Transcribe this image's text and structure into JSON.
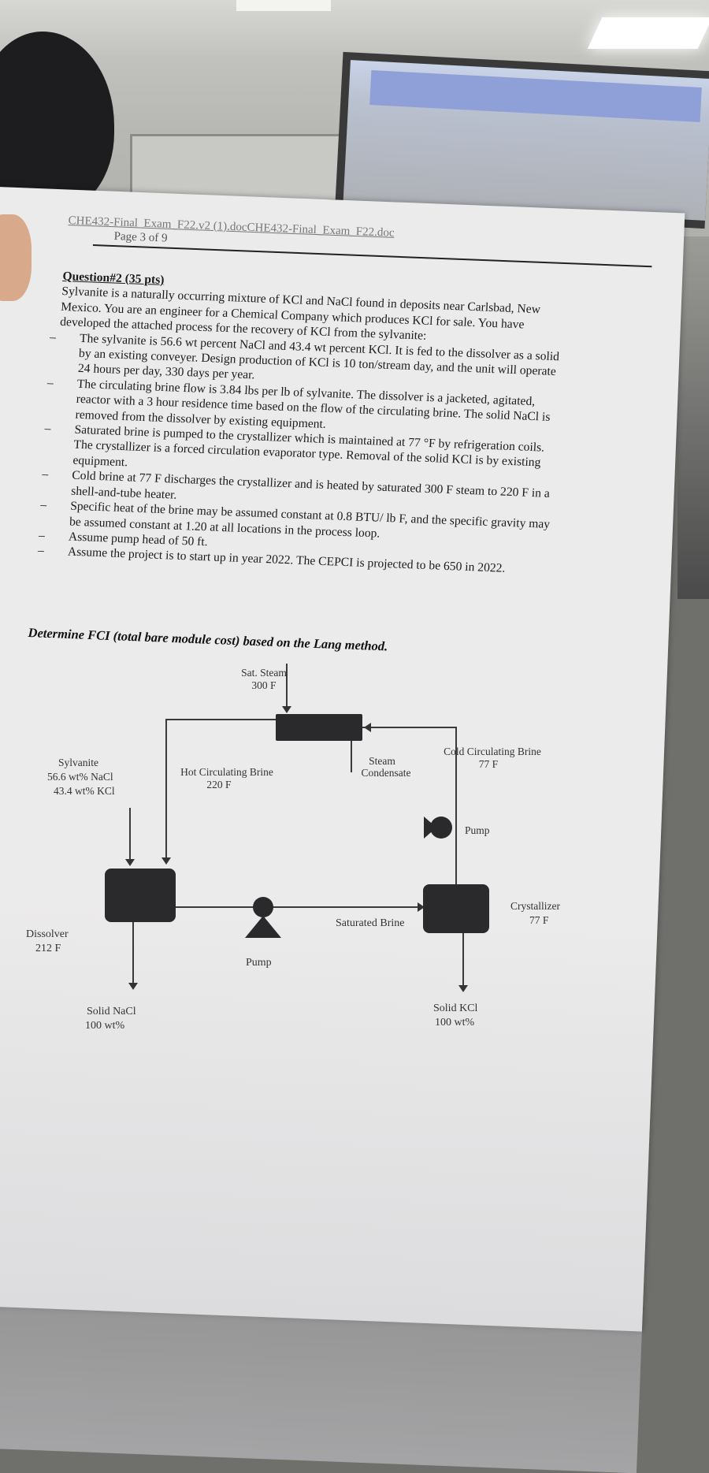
{
  "document": {
    "header_filename": "CHE432-Final_Exam_F22.v2 (1).docCHE432-Final_Exam_F22.doc",
    "header_page": "Page 3 of 9",
    "question_title": "Question#2 (35 pts)",
    "intro": "Sylvanite is a naturally occurring mixture of KCl and NaCl found in deposits near Carlsbad, New Mexico. You are an engineer for a Chemical Company which produces KCl for sale. You have developed the attached process for the recovery of KCl from the sylvanite:",
    "bullets": [
      "The sylvanite is 56.6 wt percent NaCl and 43.4 wt percent KCl. It is fed to the dissolver as a solid by an existing conveyer. Design production of KCl is 10 ton/stream day, and the unit will operate 24 hours per day, 330 days per year.",
      "The circulating brine flow is 3.84 lbs per lb of sylvanite. The dissolver is a jacketed, agitated, reactor with a 3 hour residence time based on the flow of the circulating brine. The solid NaCl is removed from the dissolver by existing equipment.",
      "Saturated brine is pumped to the crystallizer which is maintained at 77 °F by refrigeration coils. The crystallizer is a forced circulation evaporator type. Removal of the solid KCl is by existing equipment.",
      "Cold brine at 77 F discharges the crystallizer and is heated by saturated 300 F steam to 220 F in a shell-and-tube heater.",
      "Specific heat of the brine may be assumed constant at 0.8 BTU/ lb F, and the specific gravity may be assumed constant at 1.20 at all locations in the process loop.",
      "Assume pump head of 50 ft.",
      "Assume the project is to start up in year 2022. The CEPCI is projected to be 650 in 2022."
    ],
    "determine": "Determine FCI (total bare module cost) based on the Lang method."
  },
  "diagram": {
    "sat_steam": "Sat. Steam",
    "sat_steam_temp": "300 F",
    "steam_condensate_1": "Steam",
    "steam_condensate_2": "Condensate",
    "cold_brine": "Cold Circulating Brine",
    "cold_brine_temp": "77 F",
    "hot_brine": "Hot Circulating Brine",
    "hot_brine_temp": "220 F",
    "sylvanite": "Sylvanite",
    "sylvanite_nacl": "56.6 wt% NaCl",
    "sylvanite_kcl": "43.4 wt% KCl",
    "pump_top": "Pump",
    "pump_bottom": "Pump",
    "crystallizer": "Crystallizer",
    "crystallizer_temp": "77 F",
    "dissolver": "Dissolver",
    "dissolver_temp": "212 F",
    "saturated_brine": "Saturated Brine",
    "solid_nacl": "Solid NaCl",
    "solid_nacl_pct": "100 wt%",
    "solid_kcl": "Solid KCl",
    "solid_kcl_pct": "100 wt%"
  }
}
